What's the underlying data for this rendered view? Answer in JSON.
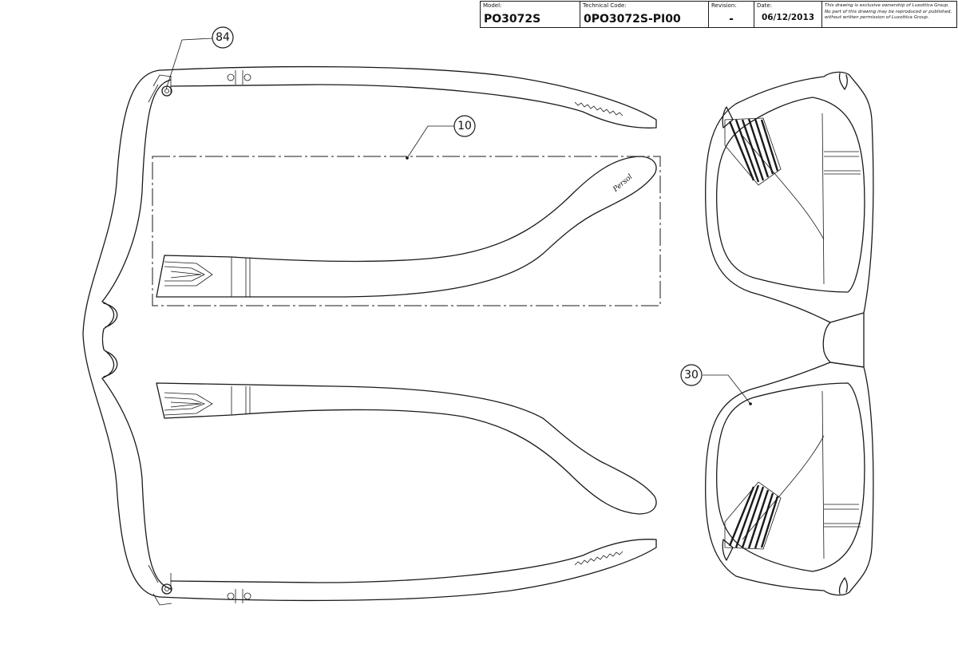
{
  "title_block": {
    "model_label": "Model:",
    "model_value": "PO3072S",
    "code_label": "Technical Code:",
    "code_value": "0PO3072S-PI00",
    "revision_label": "Revision:",
    "revision_value": "-",
    "date_label": "Date:",
    "date_value": "06/12/2013",
    "ownership_note": "This drawing is exclusive ownership of Luxottica Group. No part of this drawing may be reproduced or published, without written permission of Luxottica Group."
  },
  "callouts": {
    "temple_screw": "84",
    "temple": "10",
    "lens": "30"
  },
  "logo_text": "Persol"
}
